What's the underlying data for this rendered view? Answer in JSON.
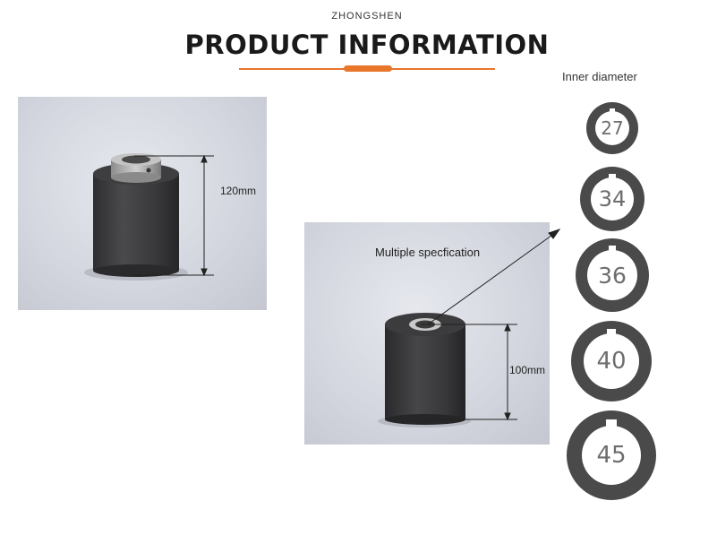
{
  "header": {
    "brand": "ZHONGSHEN",
    "title": "PRODUCT INFORMATION",
    "accent_color": "#e8762b"
  },
  "photo_left": {
    "dimension": "120mm"
  },
  "photo_right": {
    "dimension": "100mm",
    "note": "Multiple specfication"
  },
  "inner_diameter": {
    "title": "Inner diameter",
    "sizes": [
      "27",
      "34",
      "36",
      "40",
      "45"
    ]
  }
}
